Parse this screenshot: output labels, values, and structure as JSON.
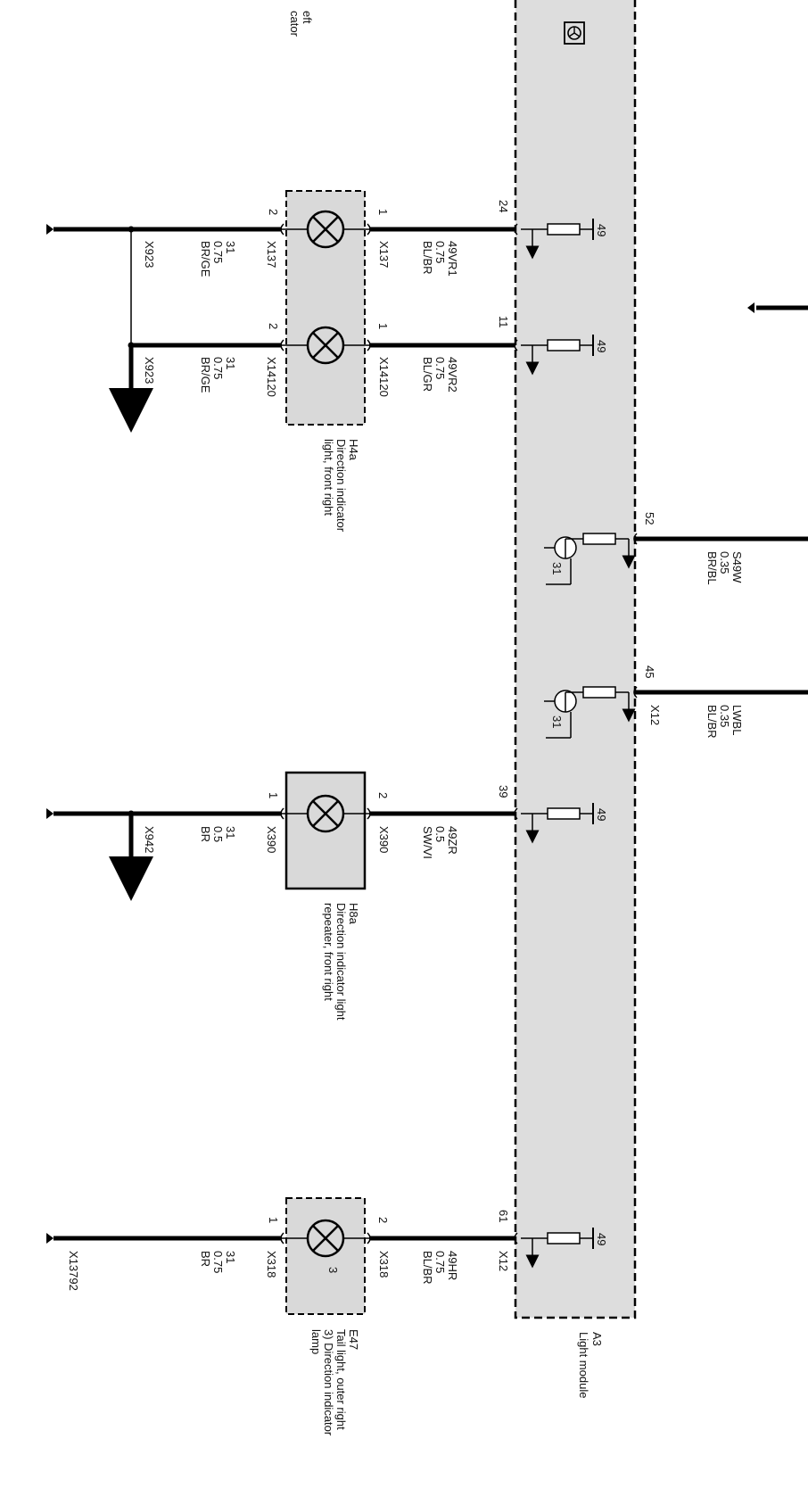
{
  "module": {
    "id": "A3",
    "name": "Light module",
    "connector_lbl": "X12",
    "ground_symbol": "49",
    "transistor_ground": "31"
  },
  "top_partial": {
    "line1": "eft",
    "line2": "cator"
  },
  "h4a": {
    "id": "H4a",
    "desc1": "Direction indicator",
    "desc2": "light, front right",
    "upper": {
      "pin_module": "24",
      "pin_left": "2",
      "pin_right": "1",
      "wire_left": {
        "signal": "31",
        "size": "0.75",
        "color": "BR/GE",
        "conn": "X137"
      },
      "wire_right": {
        "signal": "49VR1",
        "size": "0.75",
        "color": "BL/BR",
        "conn": "X137"
      },
      "splice": "X923"
    },
    "lower": {
      "pin_module": "11",
      "pin_left": "2",
      "pin_right": "1",
      "wire_left": {
        "signal": "31",
        "size": "0.75",
        "color": "BR/GE",
        "conn": "X14120"
      },
      "wire_right": {
        "signal": "49VR2",
        "size": "0.75",
        "color": "BL/GR",
        "conn": "X14120"
      },
      "splice": "X923"
    }
  },
  "outputs": {
    "pin52": {
      "pin": "52",
      "signal": "S49W",
      "size": "0.35",
      "color": "BR/BL"
    },
    "pin45": {
      "pin": "45",
      "signal": "LWBL",
      "size": "0.35",
      "color": "BL/BR",
      "conn": "X12"
    }
  },
  "h8a": {
    "id": "H8a",
    "desc1": "Direction indicator light",
    "desc2": "repeater, front right",
    "pin_module": "39",
    "pin_left": "1",
    "pin_right": "2",
    "wire_left": {
      "signal": "31",
      "size": "0.5",
      "color": "BR",
      "conn": "X390"
    },
    "wire_right": {
      "signal": "49ZR",
      "size": "0.5",
      "color": "SW/VI",
      "conn": "X390"
    },
    "splice": "X942"
  },
  "e47": {
    "id": "E47",
    "desc1": "Tail light, outer right",
    "desc2": "3) Direction indicator",
    "desc3": "lamp",
    "lamp_num": "3",
    "pin_module": "61",
    "pin_left": "1",
    "pin_right": "2",
    "wire_left": {
      "signal": "31",
      "size": "0.75",
      "color": "BR",
      "conn": "X318"
    },
    "wire_right": {
      "signal": "49HR",
      "size": "0.75",
      "color": "BL/BR",
      "conn": "X318"
    },
    "module_conn": "X12",
    "ground": "X13792"
  }
}
